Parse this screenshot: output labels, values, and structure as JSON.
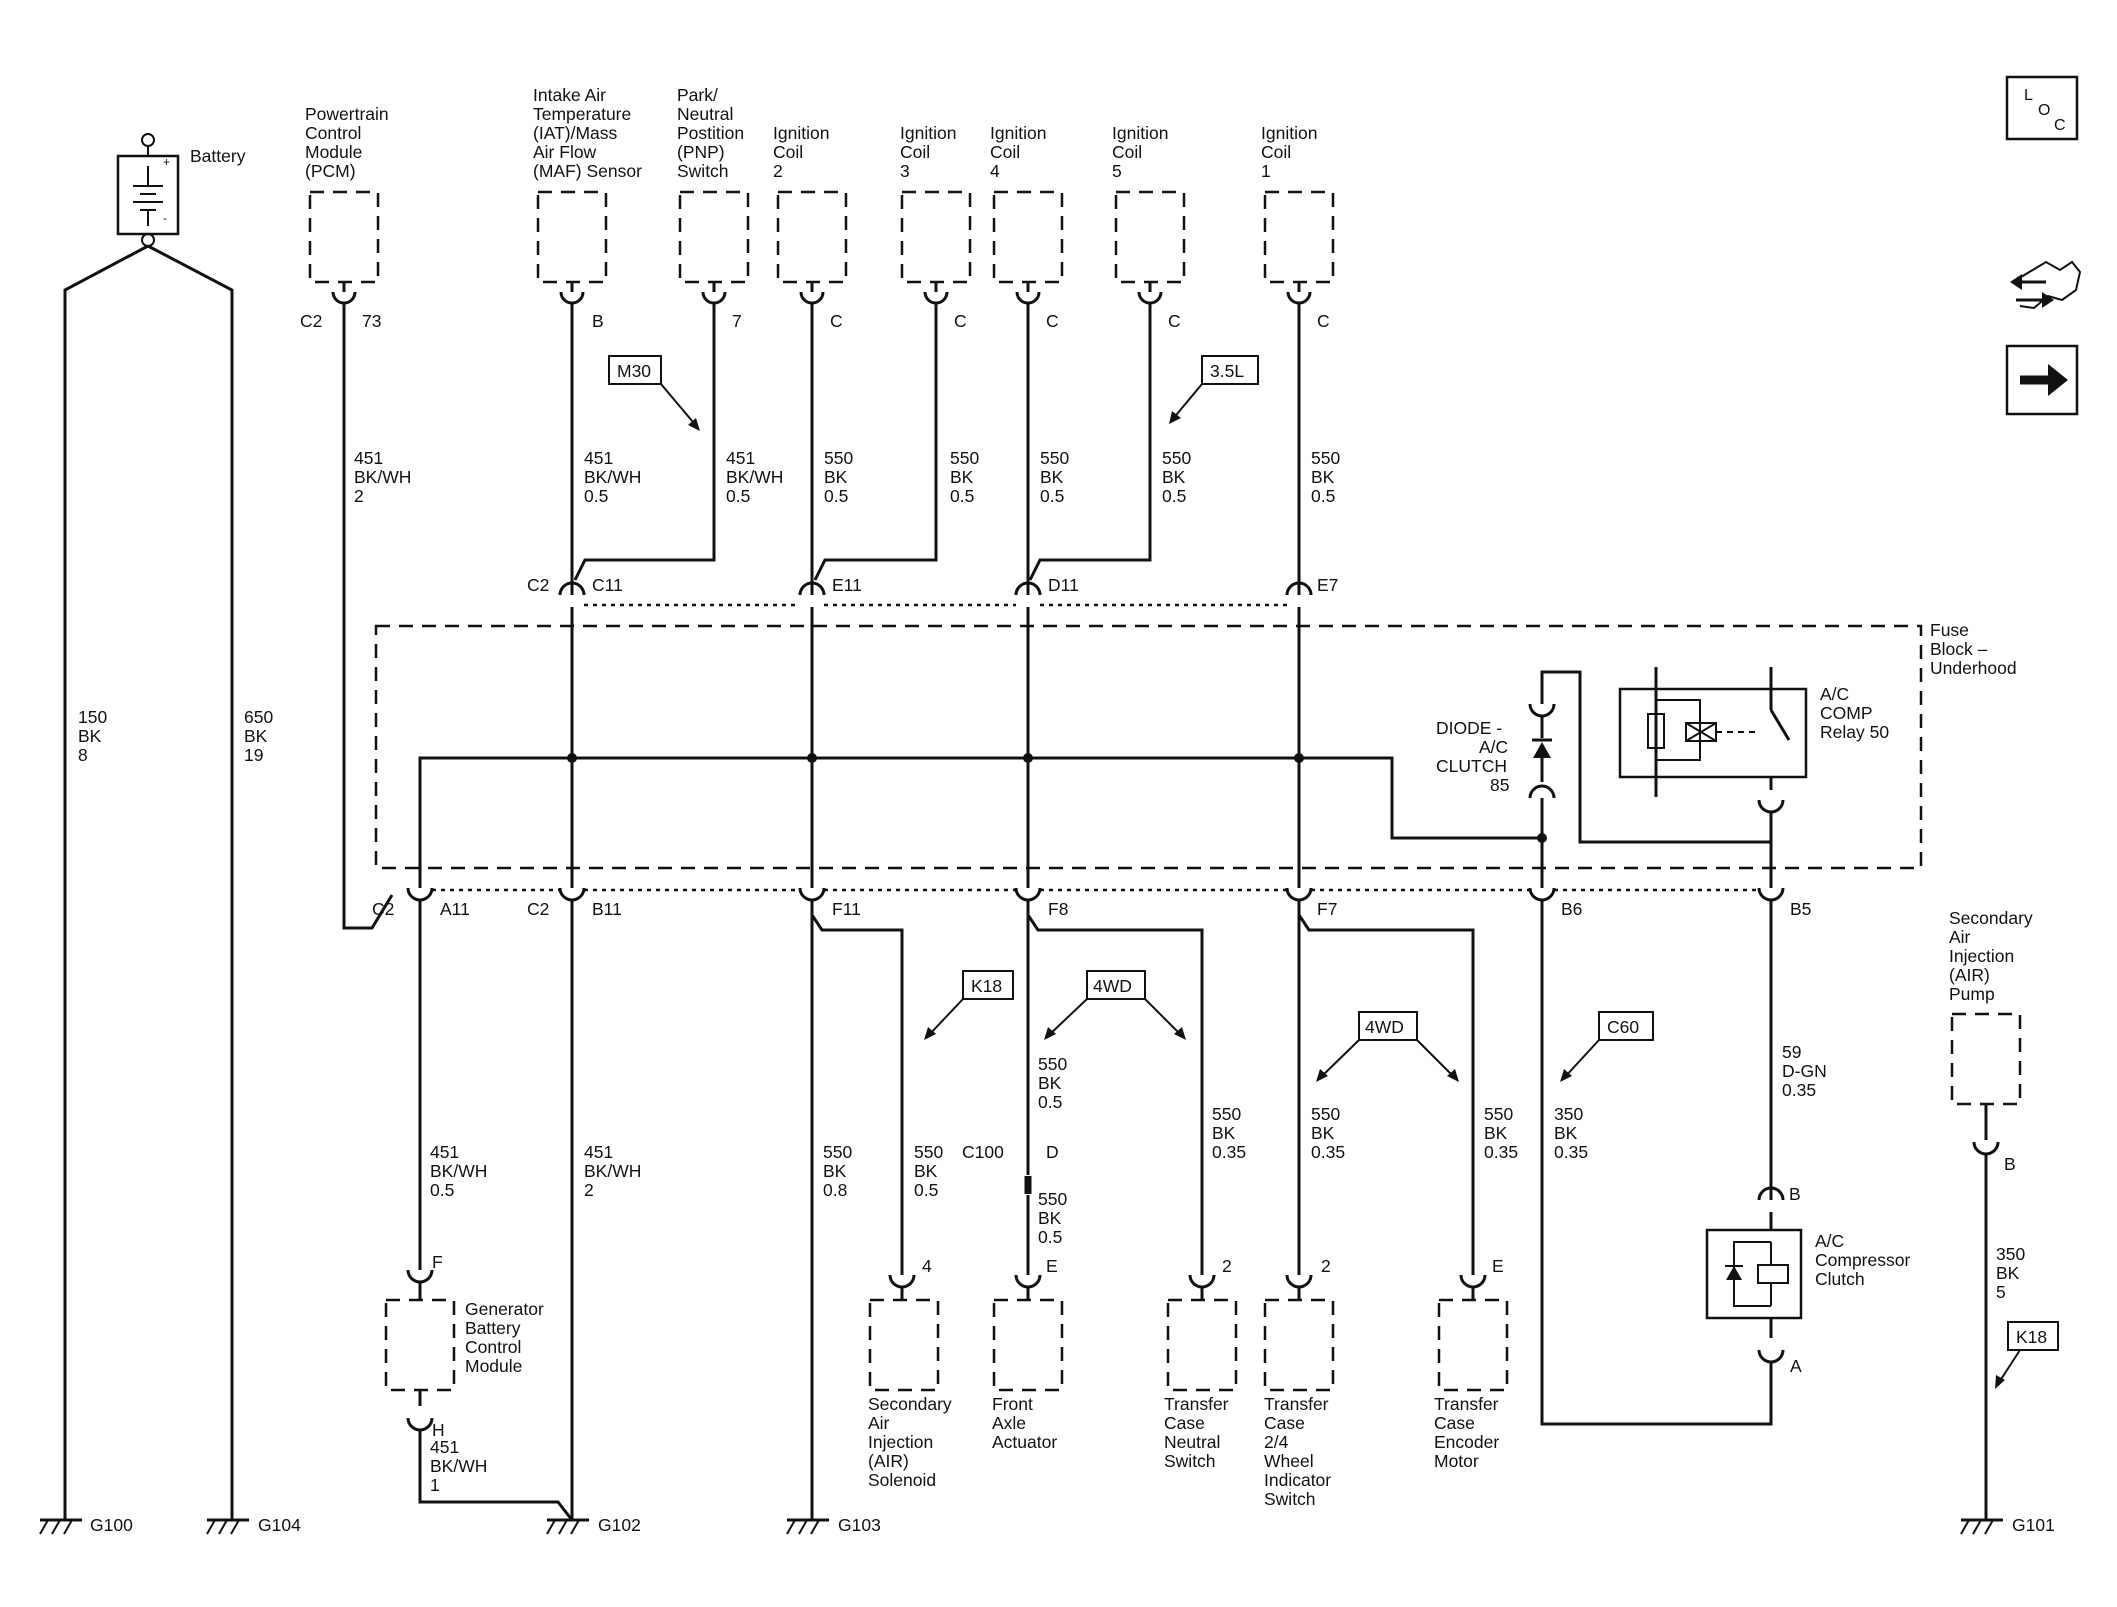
{
  "battery": {
    "label": "Battery",
    "plus": "+",
    "minus": "-"
  },
  "components": {
    "pcm": [
      "Powertrain",
      "Control",
      "Module",
      "(PCM)"
    ],
    "iat": [
      "Intake Air",
      "Temperature",
      "(IAT)/Mass",
      "Air Flow",
      "(MAF) Sensor"
    ],
    "pnp": [
      "Park/",
      "Neutral",
      "Postition",
      "(PNP)",
      "Switch"
    ],
    "coil2": [
      "Ignition",
      "Coil",
      "2"
    ],
    "coil3": [
      "Ignition",
      "Coil",
      "3"
    ],
    "coil4": [
      "Ignition",
      "Coil",
      "4"
    ],
    "coil5": [
      "Ignition",
      "Coil",
      "5"
    ],
    "coil1": [
      "Ignition",
      "Coil",
      "1"
    ],
    "fuse_block": [
      "Fuse",
      "Block –",
      "Underhood"
    ],
    "diode": [
      "DIODE -",
      "A/C",
      "CLUTCH",
      "85"
    ],
    "relay": [
      "A/C",
      "COMP",
      "Relay 50"
    ],
    "gen": [
      "Generator",
      "Battery",
      "Control",
      "Module"
    ],
    "air_solenoid": [
      "Secondary",
      "Air",
      "Injection",
      "(AIR)",
      "Solenoid"
    ],
    "front_axle": [
      "Front",
      "Axle",
      "Actuator"
    ],
    "tc_neutral": [
      "Transfer",
      "Case",
      "Neutral",
      "Switch"
    ],
    "tc_24": [
      "Transfer",
      "Case",
      "2/4",
      "Wheel",
      "Indicator",
      "Switch"
    ],
    "tc_encoder": [
      "Transfer",
      "Case",
      "Encoder",
      "Motor"
    ],
    "ac_clutch": [
      "A/C",
      "Compressor",
      "Clutch"
    ],
    "air_pump": [
      "Secondary",
      "Air",
      "Injection",
      "(AIR)",
      "Pump"
    ]
  },
  "wires": {
    "w150": [
      "150",
      "BK",
      "8"
    ],
    "w650": [
      "650",
      "BK",
      "19"
    ],
    "pcm": [
      "451",
      "BK/WH",
      "2"
    ],
    "iat": [
      "451",
      "BK/WH",
      "0.5"
    ],
    "pnp": [
      "451",
      "BK/WH",
      "0.5"
    ],
    "coil2": [
      "550",
      "BK",
      "0.5"
    ],
    "coil3": [
      "550",
      "BK",
      "0.5"
    ],
    "coil4": [
      "550",
      "BK",
      "0.5"
    ],
    "coil5": [
      "550",
      "BK",
      "0.5"
    ],
    "coil1": [
      "550",
      "BK",
      "0.5"
    ],
    "gen_top": [
      "451",
      "BK/WH",
      "0.5"
    ],
    "gen_bot": [
      "451",
      "BK/WH",
      "1"
    ],
    "b11": [
      "451",
      "BK/WH",
      "2"
    ],
    "f11a": [
      "550",
      "BK",
      "0.8"
    ],
    "f11b": [
      "550",
      "BK",
      "0.5"
    ],
    "f8a": [
      "550",
      "BK",
      "0.5"
    ],
    "f8b": [
      "550",
      "BK",
      "0.5"
    ],
    "f8c": [
      "550",
      "BK",
      "0.35"
    ],
    "f7a": [
      "550",
      "BK",
      "0.35"
    ],
    "f7b": [
      "550",
      "BK",
      "0.35"
    ],
    "b6": [
      "350",
      "BK",
      "0.35"
    ],
    "b5": [
      "59",
      "D-GN",
      "0.35"
    ],
    "pump": [
      "350",
      "BK",
      "5"
    ]
  },
  "pins": {
    "c2": "C2",
    "p73": "73",
    "pB": "B",
    "p7": "7",
    "pC": "C",
    "c11": "C11",
    "e11": "E11",
    "d11": "D11",
    "e7": "E7",
    "a11": "A11",
    "b11": "B11",
    "f11": "F11",
    "f8": "F8",
    "f7": "F7",
    "b6": "B6",
    "b5": "B5",
    "pF": "F",
    "pH": "H",
    "p4": "4",
    "pE": "E",
    "p2": "2",
    "pD": "D",
    "c100": "C100",
    "pA": "A"
  },
  "options": {
    "m30": "M30",
    "l35": "3.5L",
    "k18": "K18",
    "wd4": "4WD",
    "c60": "C60"
  },
  "grounds": {
    "g100": "G100",
    "g104": "G104",
    "g102": "G102",
    "g103": "G103",
    "g101": "G101"
  },
  "icons": {
    "loc": [
      "L",
      "O",
      "C"
    ]
  }
}
